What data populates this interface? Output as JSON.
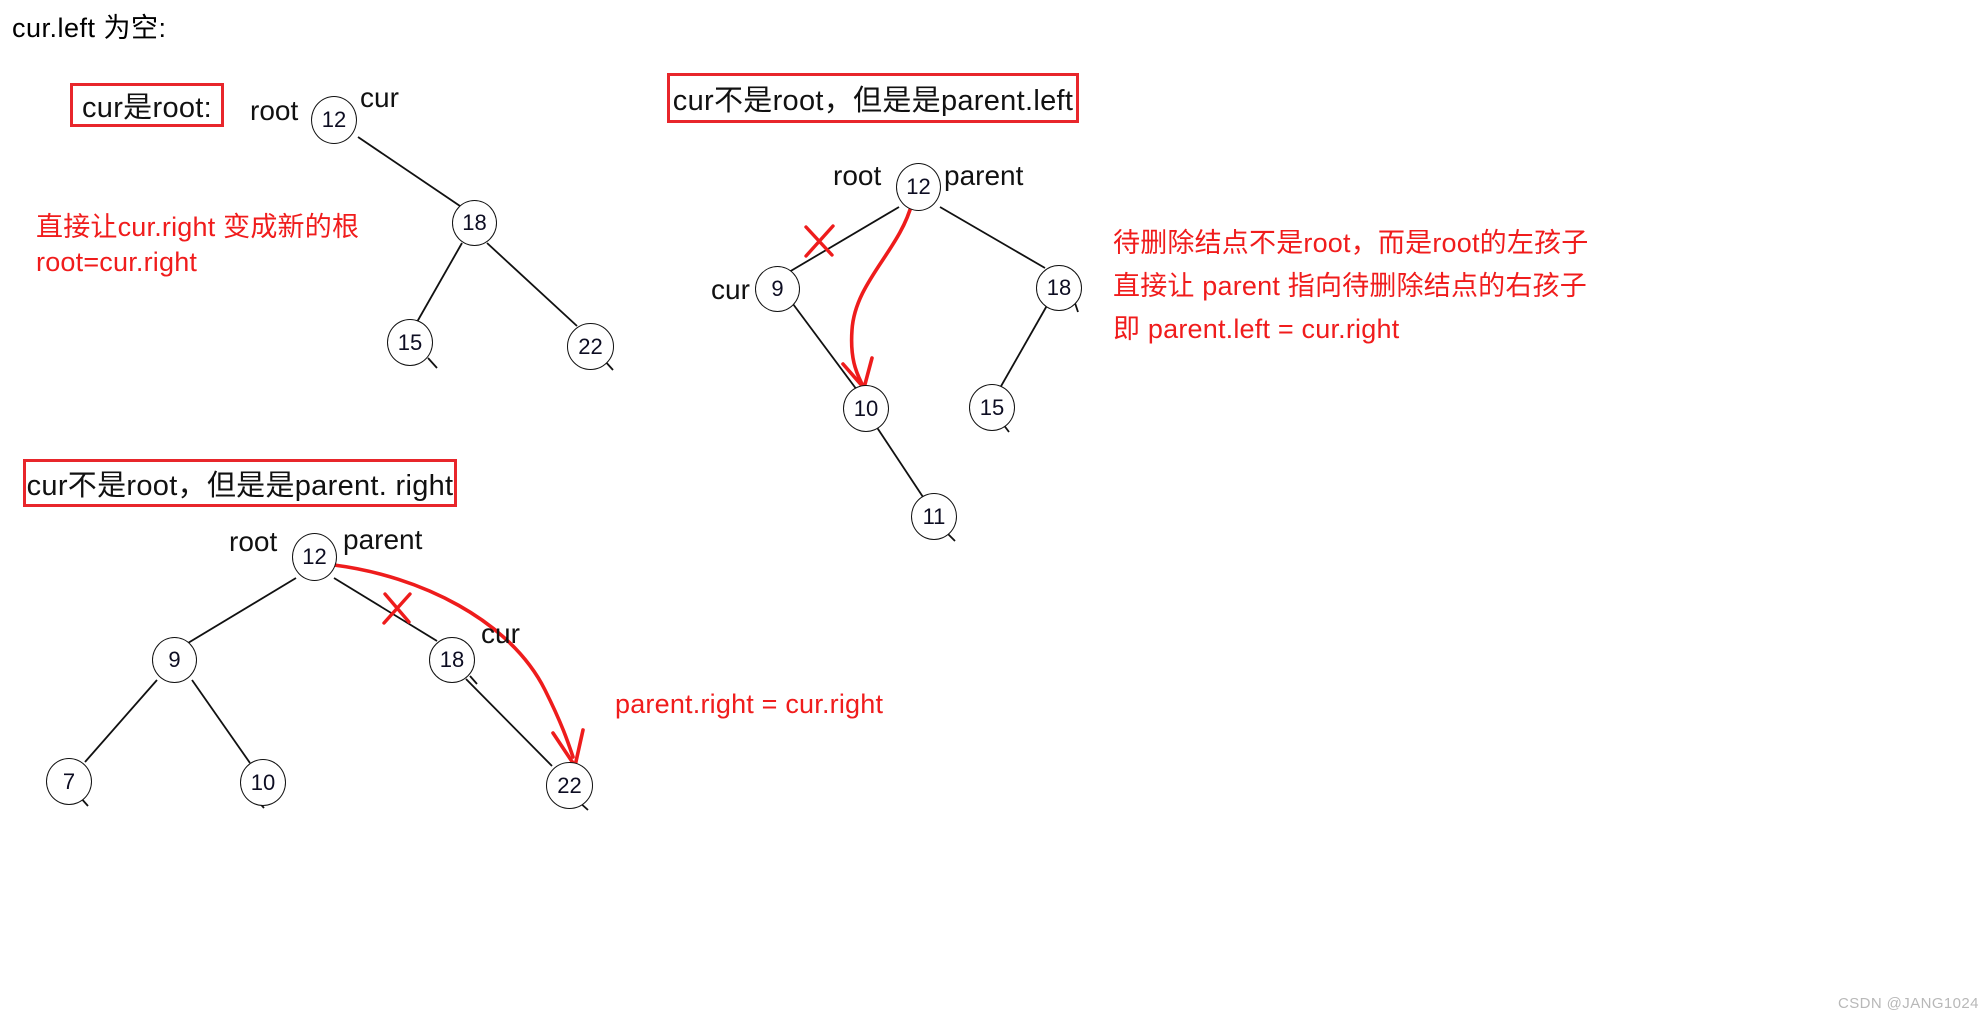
{
  "page": {
    "heading": "cur.left 为空:",
    "watermark": "CSDN @JANG1024"
  },
  "case1": {
    "box_label": "cur是root:",
    "note_line1": "直接让cur.right 变成新的根",
    "note_line2": "root=cur.right",
    "tags": {
      "root": "root",
      "cur": "cur"
    },
    "nodes": [
      {
        "value": "12",
        "role": "root-cur"
      },
      {
        "value": "18",
        "role": "right-child"
      },
      {
        "value": "15",
        "role": "left-grandchild"
      },
      {
        "value": "22",
        "role": "right-grandchild"
      }
    ]
  },
  "case2": {
    "box_label": "cur不是root，但是是parent.left",
    "note_line1": "待删除结点不是root，而是root的左孩子",
    "note_line2": "直接让 parent 指向待删除结点的右孩子",
    "note_line3": "即 parent.left   = cur.right",
    "tags": {
      "root": "root",
      "parent": "parent",
      "cur": "cur"
    },
    "nodes": [
      {
        "value": "12",
        "role": "root-parent"
      },
      {
        "value": "9",
        "role": "cur"
      },
      {
        "value": "18",
        "role": "right-child"
      },
      {
        "value": "10",
        "role": "cur-right"
      },
      {
        "value": "15",
        "role": "left-of-18"
      },
      {
        "value": "11",
        "role": "right-of-10"
      }
    ]
  },
  "case3": {
    "box_label": "cur不是root，但是是parent. right",
    "note_line1": "parent.right = cur.right",
    "tags": {
      "root": "root",
      "parent": "parent",
      "cur": "cur"
    },
    "nodes": [
      {
        "value": "12",
        "role": "root-parent"
      },
      {
        "value": "9",
        "role": "left-child"
      },
      {
        "value": "18",
        "role": "cur"
      },
      {
        "value": "7",
        "role": "left-of-9"
      },
      {
        "value": "10",
        "role": "right-of-9"
      },
      {
        "value": "22",
        "role": "cur-right"
      }
    ]
  },
  "colors": {
    "accent_red": "#f01c1c",
    "box_red": "#e8262b",
    "edge_black": "#111111",
    "node_text": "#0d0d22",
    "watermark_gray": "#b8b8b8"
  }
}
